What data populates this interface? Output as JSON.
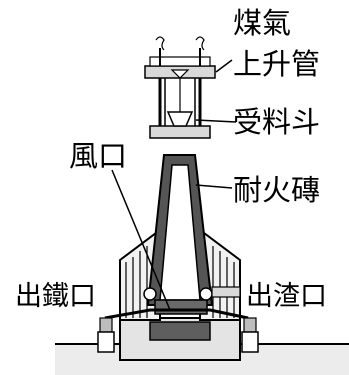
{
  "diagram": {
    "labels": {
      "coal_gas": "煤氣",
      "uptake_pipe": "上升管",
      "receiving_hopper": "受料斗",
      "tuyere": "風口",
      "refractory_brick": "耐火磚",
      "iron_taphole": "出鐵口",
      "slag_notch": "出渣口"
    },
    "colors": {
      "refractory": "#555555",
      "hearth": "#6a6a6a",
      "steel_frame": "#d9d9d9",
      "foundation": "#e9e9e9",
      "outline": "#000000"
    }
  }
}
